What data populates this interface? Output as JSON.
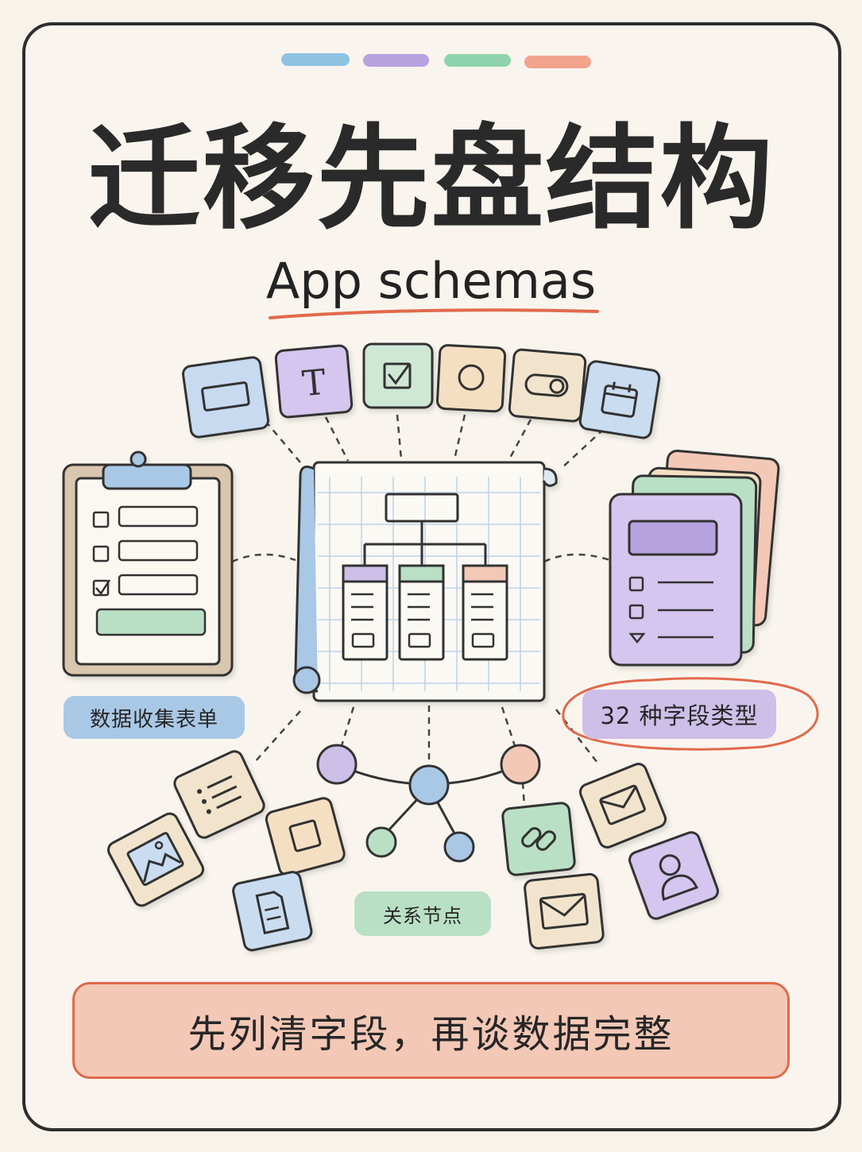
{
  "title": "迁移先盘结构",
  "subtitle": "App schemas",
  "labels": {
    "forms": "数据收集表单",
    "fields": "32 种字段类型",
    "nodes": "关系节点"
  },
  "footer": "先列清字段，再谈数据完整",
  "colors": {
    "background": "#f8f3ea",
    "blue": "#a9c8e6",
    "purple": "#cdbfe8",
    "green": "#b9e0c5",
    "peach": "#f3c8b6",
    "cream": "#f3e4cc",
    "accent_red": "#e06a4c",
    "ink": "#2a2a2a"
  },
  "field_type_icons": [
    "text-input-icon",
    "text-t-icon",
    "checkbox-icon",
    "radio-icon",
    "toggle-icon",
    "calendar-icon"
  ],
  "bottom_icons": [
    "list-icon",
    "image-icon",
    "square-icon",
    "document-icon",
    "link-icon",
    "email-icon",
    "envelope-icon",
    "user-icon"
  ]
}
